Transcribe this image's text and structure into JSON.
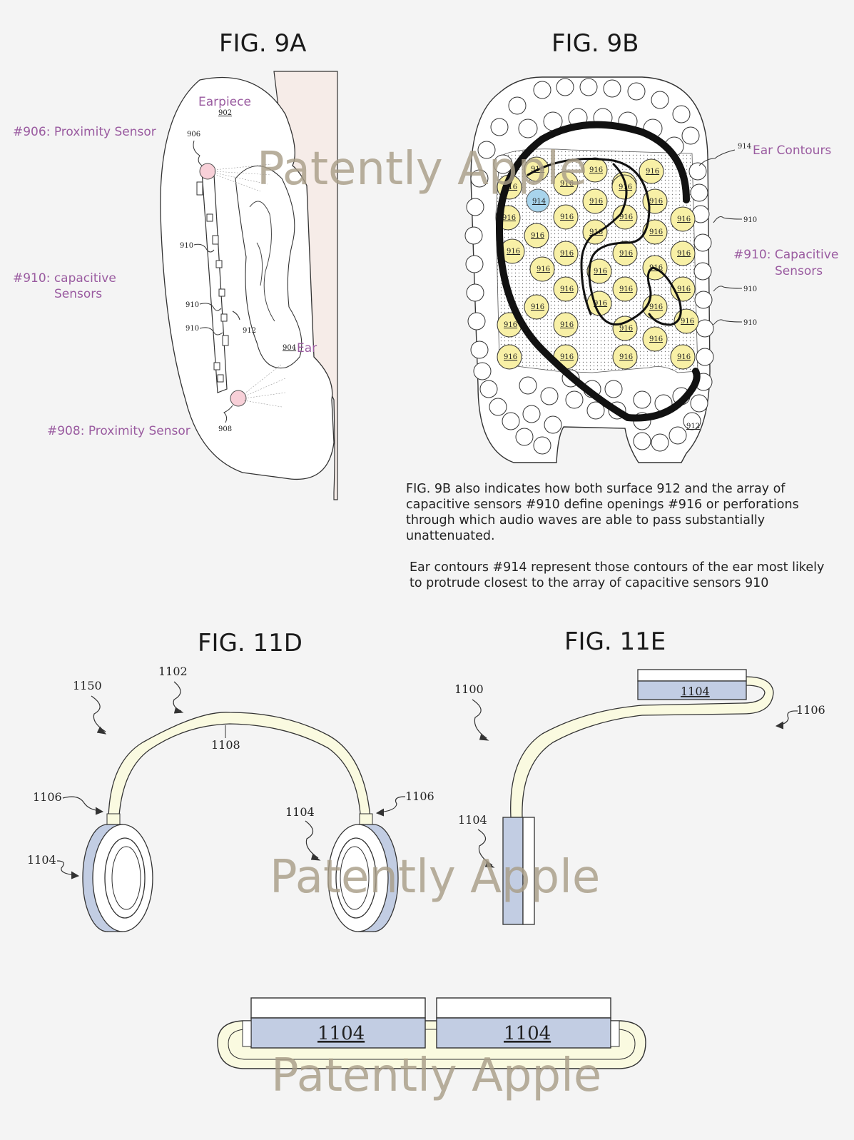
{
  "figures": {
    "fig9a": "FIG. 9A",
    "fig9b": "FIG. 9B",
    "fig11d": "FIG. 11D",
    "fig11e": "FIG. 11E"
  },
  "annotations": {
    "earpiece": "Earpiece",
    "proximity_906": "#906: Proximity Sensor",
    "capacitive_910_a_line1": "#910: capacitive",
    "capacitive_910_a_line2": "Sensors",
    "ear": "Ear",
    "proximity_908": "#908: Proximity Sensor",
    "ear_contours": "Ear Contours",
    "capacitive_910_b_line1": "#910: Capacitive",
    "capacitive_910_b_line2": "Sensors"
  },
  "ref_numbers": {
    "r902": "902",
    "r906": "906",
    "r910": "910",
    "r912": "912",
    "r904": "904",
    "r908": "908",
    "r914": "914",
    "r916": "916",
    "r1150": "1150",
    "r1102": "1102",
    "r1108": "1108",
    "r1106": "1106",
    "r1104": "1104",
    "r1100": "1100"
  },
  "descriptions": {
    "para1": "FIG. 9B also indicates how both surface 912 and the array of capacitive sensors #910 define openings #916 or perforations through which audio waves are able to pass substantially unattenuated.",
    "para2": "Ear contours #914 represent those contours of the ear most likely to protrude closest to the array of capacitive sensors 910"
  },
  "watermark": "Patently Apple",
  "colors": {
    "annotation": "#9a5ba0",
    "sensor_yellow": "#f8f0a6",
    "ear_pad": "#c2cde3",
    "band": "#fafae0",
    "proximity_pink": "#f8d0d8",
    "highlight_blue": "#a8d4ec"
  }
}
